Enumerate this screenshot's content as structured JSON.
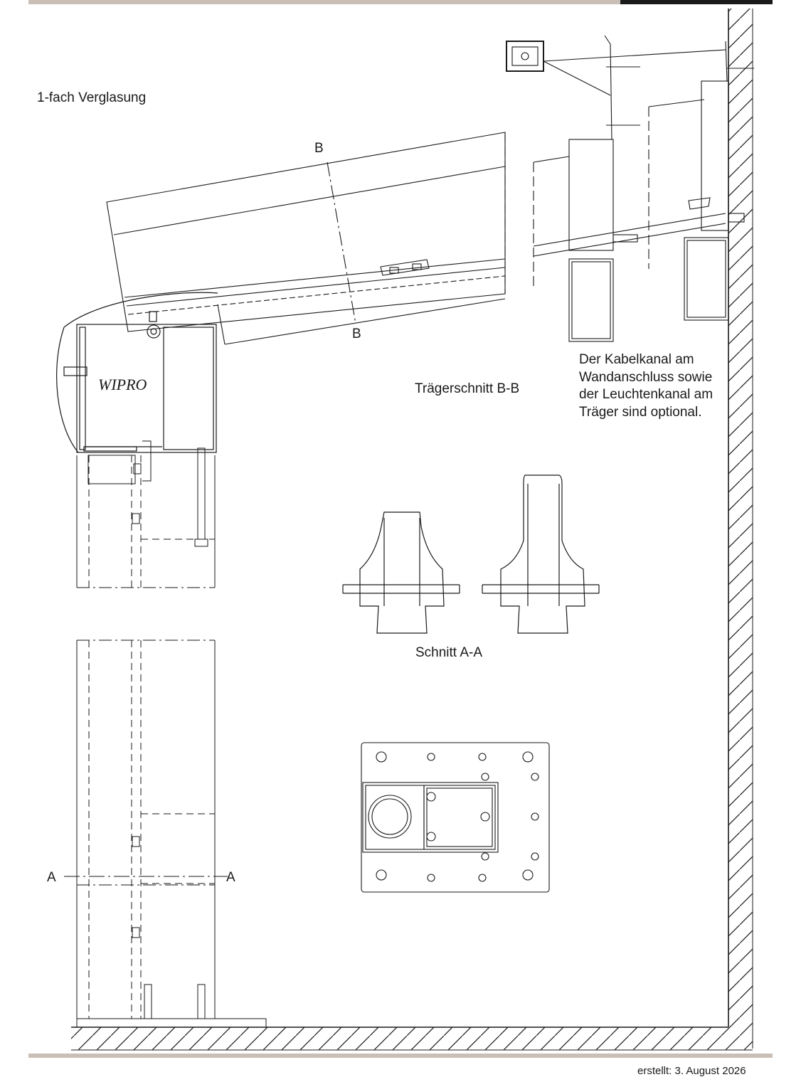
{
  "title": "1-fach Verglasung",
  "labels": {
    "section_b_top": "B",
    "section_b_bottom": "B",
    "section_a_left": "A",
    "section_a_right": "A",
    "traeger_schnitt": "Trägerschnitt B-B",
    "schnitt_aa": "Schnitt A-A",
    "logo": "WIPRO"
  },
  "note": "Der Kabelkanal am\nWandanschluss sowie\nder Leuchtenkanal am\nTräger sind optional.",
  "footer": "erstellt: 3. August 2026",
  "colors": {
    "line": "#1a1a1a",
    "accent_bar": "#c9bfb6",
    "background": "#ffffff"
  }
}
